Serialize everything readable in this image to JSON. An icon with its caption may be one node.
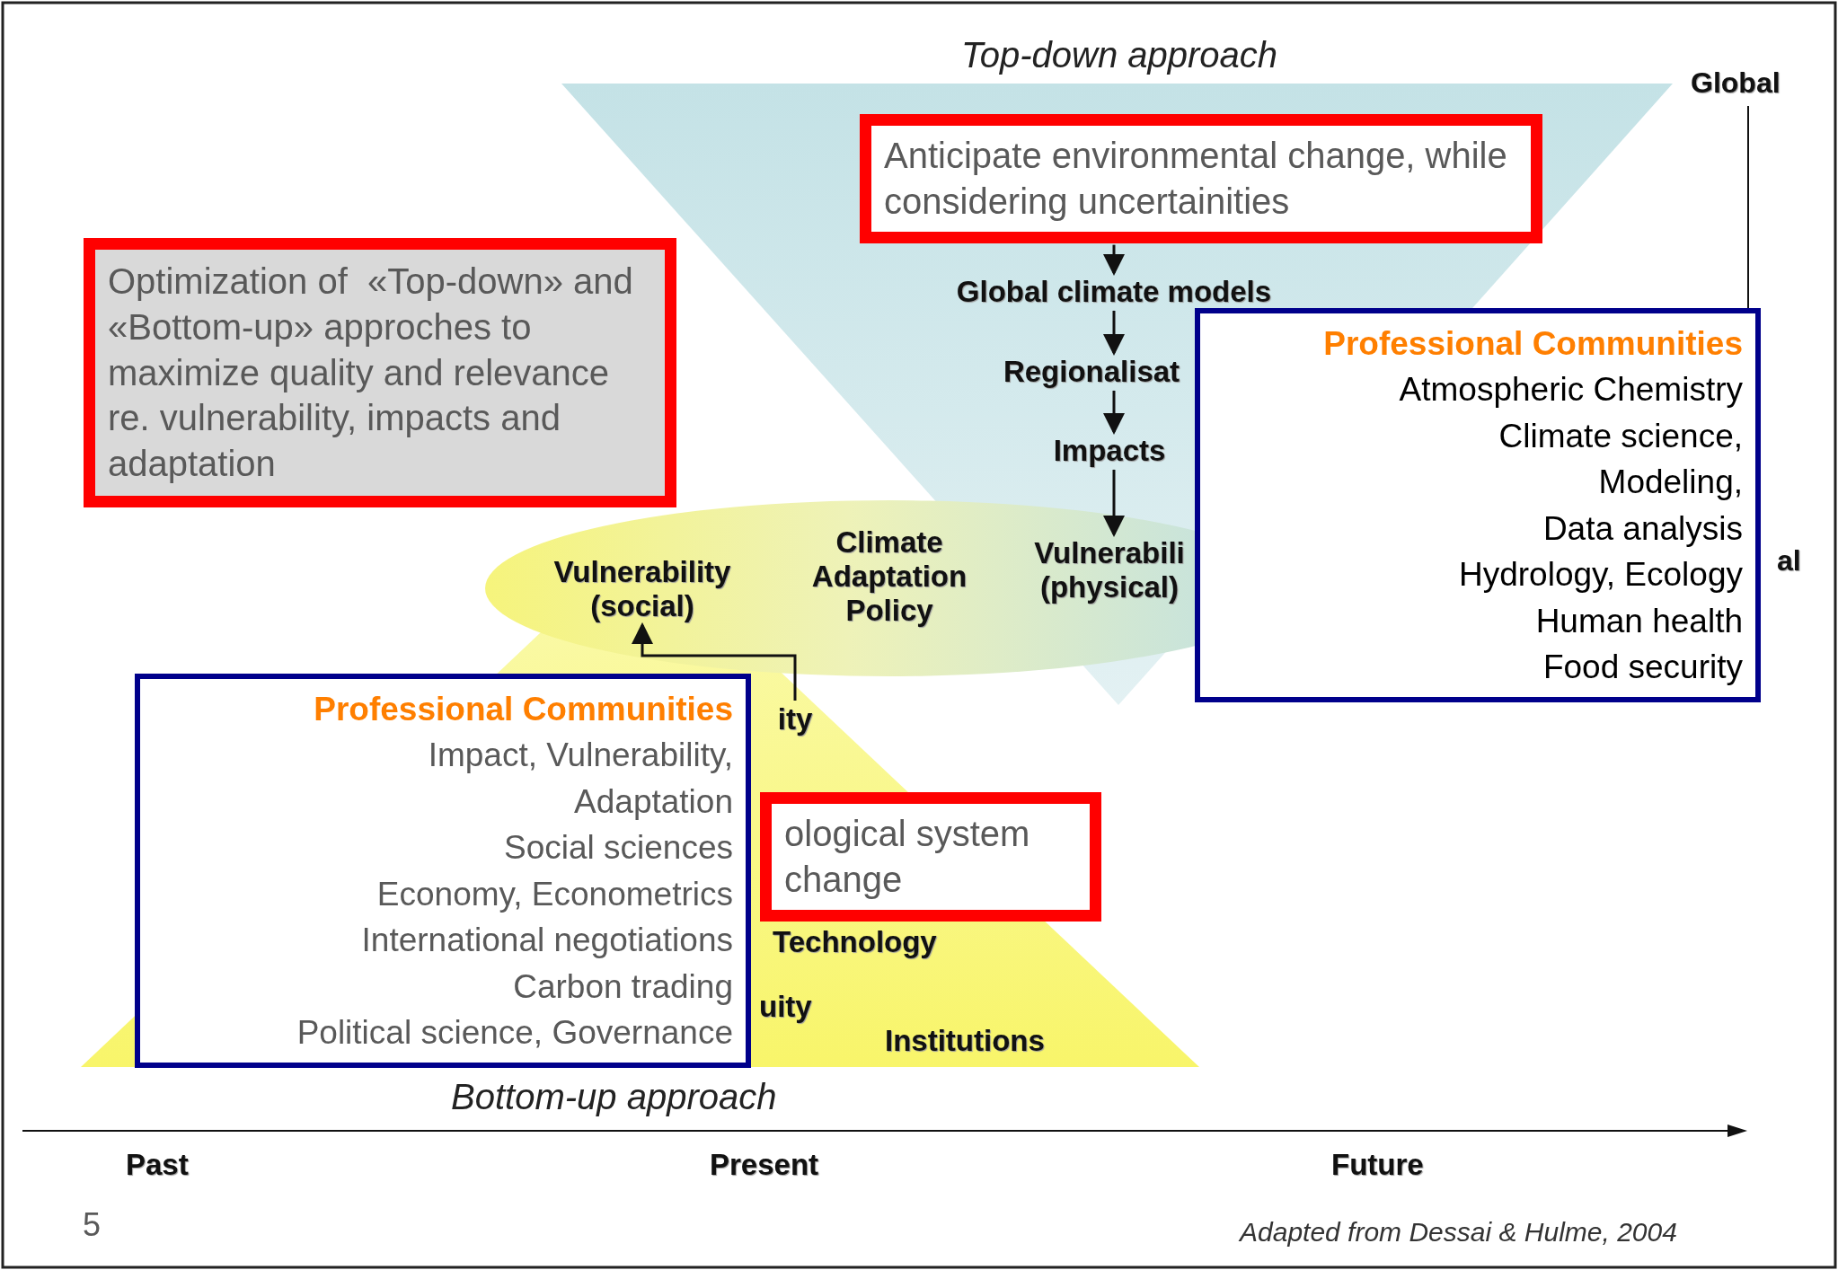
{
  "diagram": {
    "nodes": [
      {
        "text": [
          "Anticipate environmental change, while considering uncertainities"
        ]
      },
      {
        "text": [
          "Global climate models"
        ]
      },
      {
        "text": [
          "Regionalisat"
        ]
      },
      {
        "text": [
          "Impacts"
        ]
      },
      {
        "text": [
          "Vulnerabili (physical)"
        ]
      },
      {
        "text": [
          "Optimization of  «Top-down» and «Bottom-up» approches to maximize quality and relevance re. vulnerability, impacts and adaptation"
        ]
      },
      {
        "text": [
          "Professional Communities",
          "Atmospheric Chemistry",
          "Climate science,",
          "Modeling,",
          "Data analysis",
          "Hydrology, Ecology",
          "Human health",
          "Food security"
        ]
      },
      {
        "text": [
          "Vulnerability (social)"
        ]
      },
      {
        "text": [
          "ity"
        ]
      },
      {
        "text": [
          "Professional Communities",
          "Impact, Vulnerability,",
          "Adaptation",
          "Social sciences",
          "Economy, Econometrics",
          "International negotiations",
          "Carbon trading",
          "Political science, Governance"
        ]
      },
      {
        "text": [
          "ological system change"
        ]
      }
    ],
    "edges": [
      {
        "from": 0,
        "to": 1,
        "arrow": "to"
      },
      {
        "from": 1,
        "to": 2,
        "arrow": "to"
      },
      {
        "from": 2,
        "to": 3,
        "arrow": "to"
      },
      {
        "from": 3,
        "to": 4,
        "arrow": "to"
      },
      {
        "from": 8,
        "to": 7,
        "arrow": "to"
      }
    ],
    "labels": [
      "Top-down approach",
      "Global",
      "Climate Adaptation Policy",
      "al",
      "Technology",
      "uity",
      "Institutions",
      "Bottom-up approach",
      "Past",
      "Present",
      "Future",
      "5",
      "Adapted from Dessai & Hulme, 2004"
    ]
  }
}
